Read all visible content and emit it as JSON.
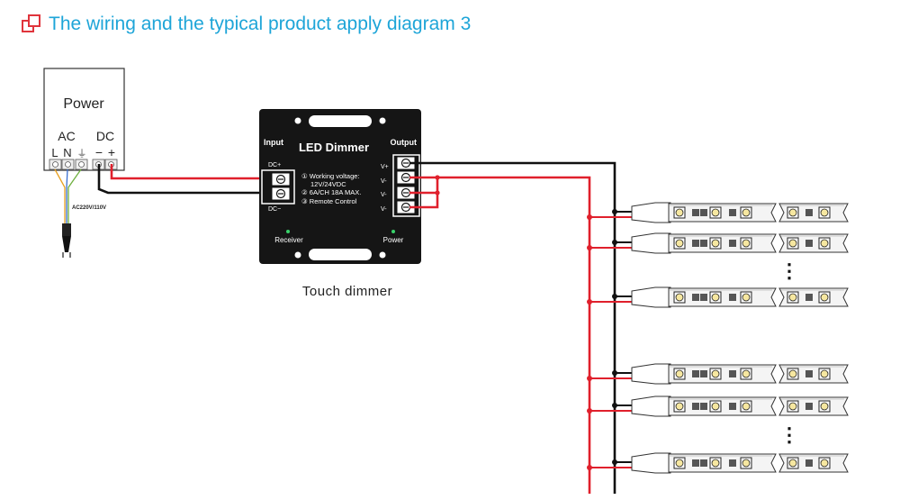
{
  "header": {
    "title": "The wiring and the typical product apply diagram 3"
  },
  "power": {
    "title": "Power",
    "ac": "AC",
    "dc": "DC",
    "l": "L",
    "n": "N",
    "minus": "−",
    "plus": "+",
    "ground_symbol": "⏚",
    "mains": "AC220V/110V"
  },
  "dimmer": {
    "input": "Input",
    "output": "Output",
    "name": "LED Dimmer",
    "dc_plus": "DC+",
    "dc_minus": "DC−",
    "spec1": "① Working voltage:",
    "spec1b": "12V/24VDC",
    "spec2": "② 6A/CH 18A MAX.",
    "spec3": "③ Remote Control",
    "v_plus": "V+",
    "v_minus": "V-",
    "receiver": "Receiver",
    "power": "Power",
    "caption": "Touch dimmer"
  },
  "colors": {
    "accent_blue": "#1ea5d8",
    "icon_red": "#e0343c",
    "wire_red": "#e0202c",
    "wire_black": "#111111",
    "box_black": "#151515"
  },
  "ellipsis": "⋮"
}
